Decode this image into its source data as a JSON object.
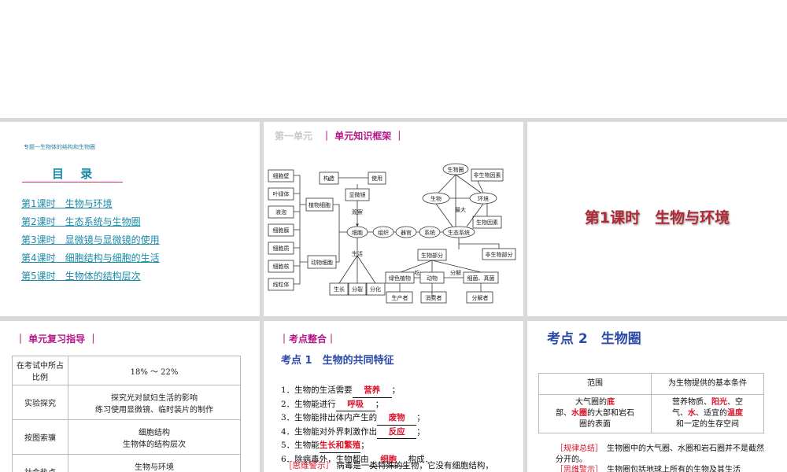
{
  "s1": {
    "topic": "专题一生物体的结构和生物圈",
    "toc_title": "目 录",
    "items": [
      "第1课时　生物与环境",
      "第2课时　生态系统与生物圈",
      "第3课时　显微镜与显微镜的使用",
      "第4课时　细胞结构与细胞的生活",
      "第5课时　生物体的结构层次"
    ]
  },
  "s2": {
    "unit": "第一单元",
    "header": "｜ 单元知识框架 ｜",
    "diagram": {
      "cell_parts": [
        "细胞壁",
        "叶绿体",
        "液泡",
        "细胞膜",
        "细胞质",
        "细胞核",
        "线粒体"
      ],
      "plant_cell": "植物细胞",
      "animal_cell": "动物细胞",
      "structure": "构造",
      "use": "使用",
      "microscope": "显微镜",
      "observe": "观察",
      "cell": "细胞",
      "tissue": "组织",
      "organ": "器官",
      "system": "系统",
      "life": "生活",
      "growth": "生长",
      "division": "分裂",
      "differentiation": "分化",
      "biosphere": "生物圈",
      "organism": "生物",
      "environment": "环境",
      "abiotic": "非生物因素",
      "biotic": "生物因素",
      "largest": "最大",
      "ecosystem": "生态系统",
      "bio_part": "生物部分",
      "nonbio_part": "非生物部分",
      "green_plant": "绿色植物",
      "eat": "吃",
      "animal": "动物",
      "decompose": "分解",
      "fungi": "细菌、真菌",
      "producer": "生产者",
      "consumer": "消费者",
      "decomposer": "分解者"
    }
  },
  "s3": {
    "title": "第1课时　生物与环境"
  },
  "s4": {
    "header": "｜ 单元复习指导 ｜",
    "rows": [
      {
        "k": "在考试中所占比例",
        "v": "18% ～ 22%"
      },
      {
        "k": "实验探究",
        "v": "探究光对鼠妇生活的影响\n练习使用显微镜、临时装片的制作"
      },
      {
        "k": "按图索骥",
        "v": "细胞结构\n生物体的结构层次"
      },
      {
        "k": "社会热点",
        "v": "生物与环境\n生态系统与生物圈"
      }
    ]
  },
  "s5": {
    "header": "｜考点整合｜",
    "title": "考点 1　生物的共同特征",
    "items": [
      {
        "pre": "1．生物的生活需要",
        "ans": "营养",
        "post": "；"
      },
      {
        "pre": "2．生物能进行",
        "ans": "呼吸",
        "post": "；"
      },
      {
        "pre": "3．生物能排出体内产生的",
        "ans": "废物",
        "post": "；"
      },
      {
        "pre": "4．生物能对外界刺激作出",
        "ans": "反应",
        "post": "；"
      },
      {
        "pre": "5．生物能",
        "ans": "生长和繁殖",
        "post": "；"
      },
      {
        "pre": "6．除病毒外，生物都由",
        "ans": "细胞",
        "post": "构成．"
      }
    ],
    "tip_tag": "［思维警示］",
    "tip": "病毒是一类特殊的生物，它没有细胞结构，"
  },
  "s6": {
    "title": "考点 2　生物圈",
    "col1": "范围",
    "col2": "为生物提供的基本条件",
    "r1": "大气圈的",
    "a1": "底",
    "r2": "部、",
    "a2": "水圈",
    "r3": "的大部和岩石",
    "r4": "圈的表面",
    "c1": "营养物质、",
    "a3": "阳光",
    "c2": "、空",
    "c3": "气、",
    "a4": "水",
    "c4": "、适宜的",
    "a5": "温度",
    "c5": "和一定的生存空间",
    "tag1": "［规律总结］",
    "text1": "生物圈中的大气圈、水圈和岩石圈并不是截然分开的。",
    "tag2": "［思维警示］",
    "text2": "生物圈包括地球上所有的生物及其生活"
  }
}
